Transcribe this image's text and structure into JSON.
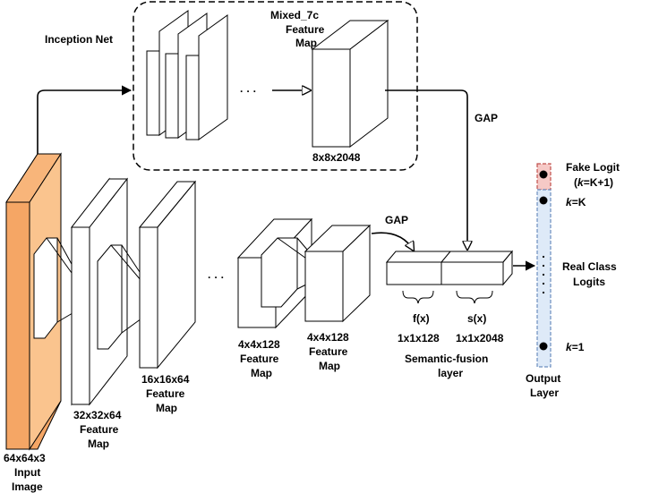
{
  "colors": {
    "input_front": "#fac48e",
    "input_side": "#f5a665",
    "fake_fill": "#f6c9c6",
    "fake_stroke": "#c0504d",
    "real_fill": "#deeaf8",
    "real_stroke": "#6c8ebf",
    "line": "#000000"
  },
  "labels": {
    "inception_net": "Inception Net",
    "mixed_line1": "Mixed_7c",
    "mixed_line2": "Feature",
    "mixed_line3": "Map",
    "ellipsis_top": "· · ·",
    "mixed_dim": "8x8x2048",
    "gap_top": "GAP",
    "gap_mid": "GAP",
    "input_dim": "64x64x3",
    "input_line2": "Input",
    "input_line3": "Image",
    "l32_dim": "32x32x64",
    "l32_line2": "Feature",
    "l32_line3": "Map",
    "l16_dim": "16x16x64",
    "l16_line2": "Feature",
    "l16_line3": "Map",
    "ellipsis_mid": "· · ·",
    "l4a_dim": "4x4x128",
    "l4a_line2": "Feature",
    "l4a_line3": "Map",
    "l4b_dim": "4x4x128",
    "l4b_line2": "Feature",
    "l4b_line3": "Map",
    "fx": "f(x)",
    "fx_dim": "1x1x128",
    "sx": "s(x)",
    "sx_dim": "1x1x2048",
    "sf_line1": "Semantic-fusion",
    "sf_line2": "layer",
    "fake_logit_line1": "Fake Logit",
    "fake_logit_line2_k": "k",
    "fake_logit_line2_rest": "=K+1)",
    "fake_logit_line2_open": "(",
    "k_top_k": "k",
    "k_top_rest": "=K",
    "real_line1": "Real Class",
    "real_line2": "Logits",
    "k_bottom_k": "k",
    "k_bottom_rest": "=1",
    "output_line1": "Output",
    "output_line2": "Layer"
  }
}
